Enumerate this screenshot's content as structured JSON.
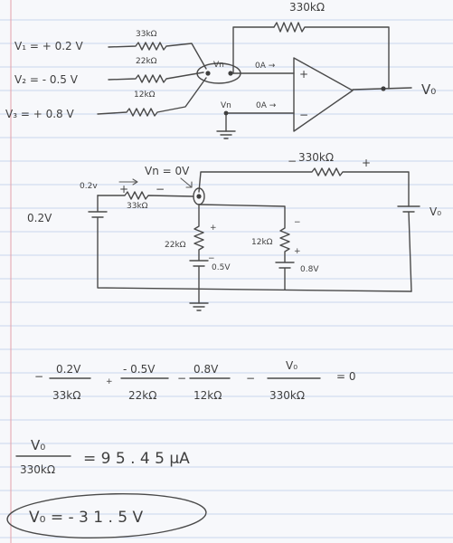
{
  "circuit1": {
    "v1_label": "V₁ = + 0.2 V",
    "v2_label": "V₂ = - 0.5 V",
    "v3_label": "V₃ = + 0.8 V",
    "r1": "33kΩ",
    "r2": "22kΩ",
    "r3": "12kΩ",
    "rf": "330kΩ",
    "vn_top": "Vn",
    "vn_bottom": "Vn",
    "oa_top": "0A →",
    "oa_bottom": "0A →",
    "plus": "+",
    "minus": "−",
    "vout": "V₀"
  },
  "circuit2": {
    "vn_eq": "Vn = 0V",
    "top_res": "330kΩ",
    "top_minus": "−",
    "top_plus": "+",
    "src_left": "0.2V",
    "drop_left": "0.2v",
    "res_left": "33kΩ",
    "plus_l": "+",
    "minus_l": "−",
    "res_mid": "22kΩ",
    "src_mid": "0.5V",
    "res_right": "12kΩ",
    "src_right": "0.8V",
    "vout": "V₀",
    "mid_plus": "+",
    "mid_minus": "−",
    "right_minus": "−",
    "right_plus": "+"
  },
  "equation": {
    "t1_num": "0.2V",
    "t1_den": "33kΩ",
    "t2_num": "- 0.5V",
    "t2_den": "22kΩ",
    "t3_num": "0.8V",
    "t3_den": "12kΩ",
    "t4_num": "V₀",
    "t4_den": "330kΩ",
    "lead": "−",
    "op1": "+",
    "op2": "−",
    "op3": "−",
    "equals_zero": "= 0"
  },
  "result": {
    "frac_num": "V₀",
    "frac_den": "330kΩ",
    "eq_value": "= 9 5 . 4 5 μA",
    "final": "V₀ = - 3 1 . 5 V"
  }
}
